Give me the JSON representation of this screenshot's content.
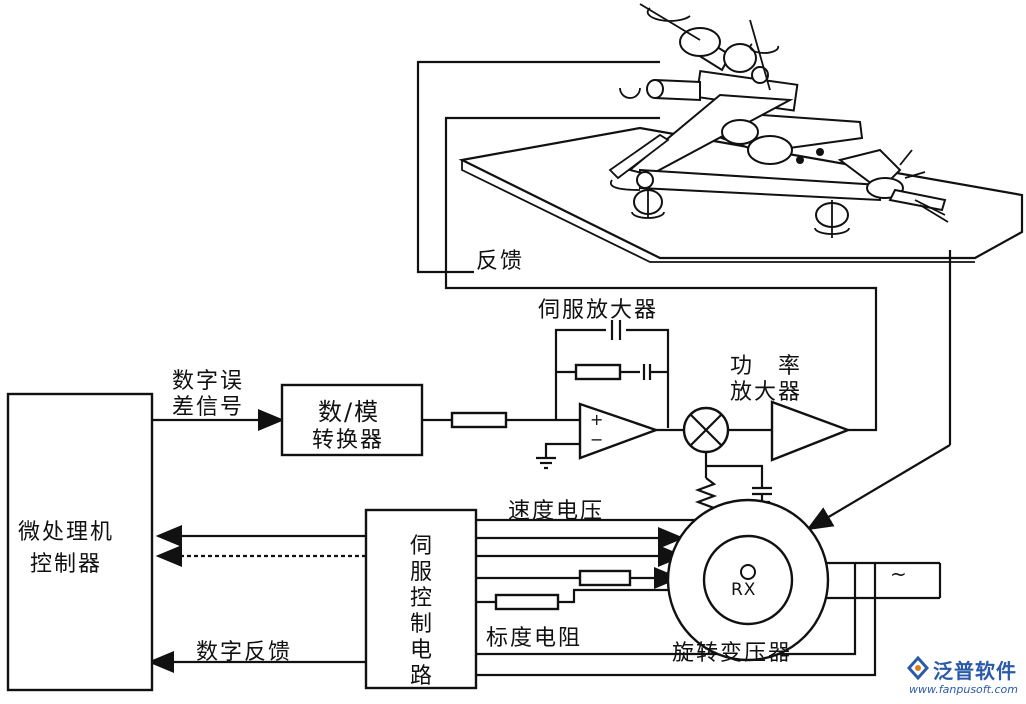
{
  "labels": {
    "feedback": "反馈",
    "servo_amp": "伺服放大器",
    "power_amp_line1": "功　率",
    "power_amp_line2": "放大器",
    "digital_error_line1": "数字误",
    "digital_error_line2": "差信号",
    "dac_line1": "数/模",
    "dac_line2": "转换器",
    "micro_line1": "微处理机",
    "micro_line2": "控制器",
    "speed_voltage": "速度电压",
    "servo_ctrl_chars": [
      "伺",
      "服",
      "控",
      "制",
      "电",
      "路"
    ],
    "calib_resistor": "标度电阻",
    "digital_feedback": "数字反馈",
    "resolver": "旋转变压器",
    "rx": "RX",
    "ac_symbol": "~",
    "plus": "+",
    "minus": "−"
  },
  "brand": {
    "name": "泛普软件",
    "url": "www.fanpusoft.com",
    "color": "#2a5aa8"
  }
}
